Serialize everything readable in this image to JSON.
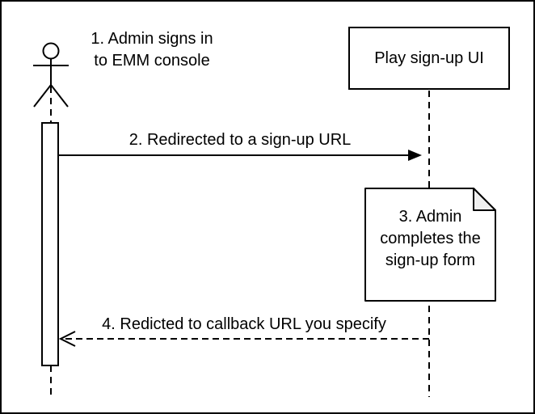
{
  "diagram": {
    "type": "sequence",
    "actor": {
      "step_label_lines": [
        "1. Admin signs in",
        "to EMM console"
      ]
    },
    "participant": {
      "label": "Play sign-up UI"
    },
    "messages": [
      {
        "label": "2. Redirected to a sign-up URL",
        "style": "solid",
        "direction": "right",
        "arrowhead": "filled"
      },
      {
        "label": "4. Redicted to callback URL you specify",
        "style": "dashed",
        "direction": "left",
        "arrowhead": "open"
      }
    ],
    "note": {
      "lines": [
        "3. Admin",
        "completes the",
        "sign-up form"
      ]
    },
    "colors": {
      "stroke": "#000000",
      "background": "#ffffff",
      "note_fold": "#f0f0f0"
    }
  }
}
